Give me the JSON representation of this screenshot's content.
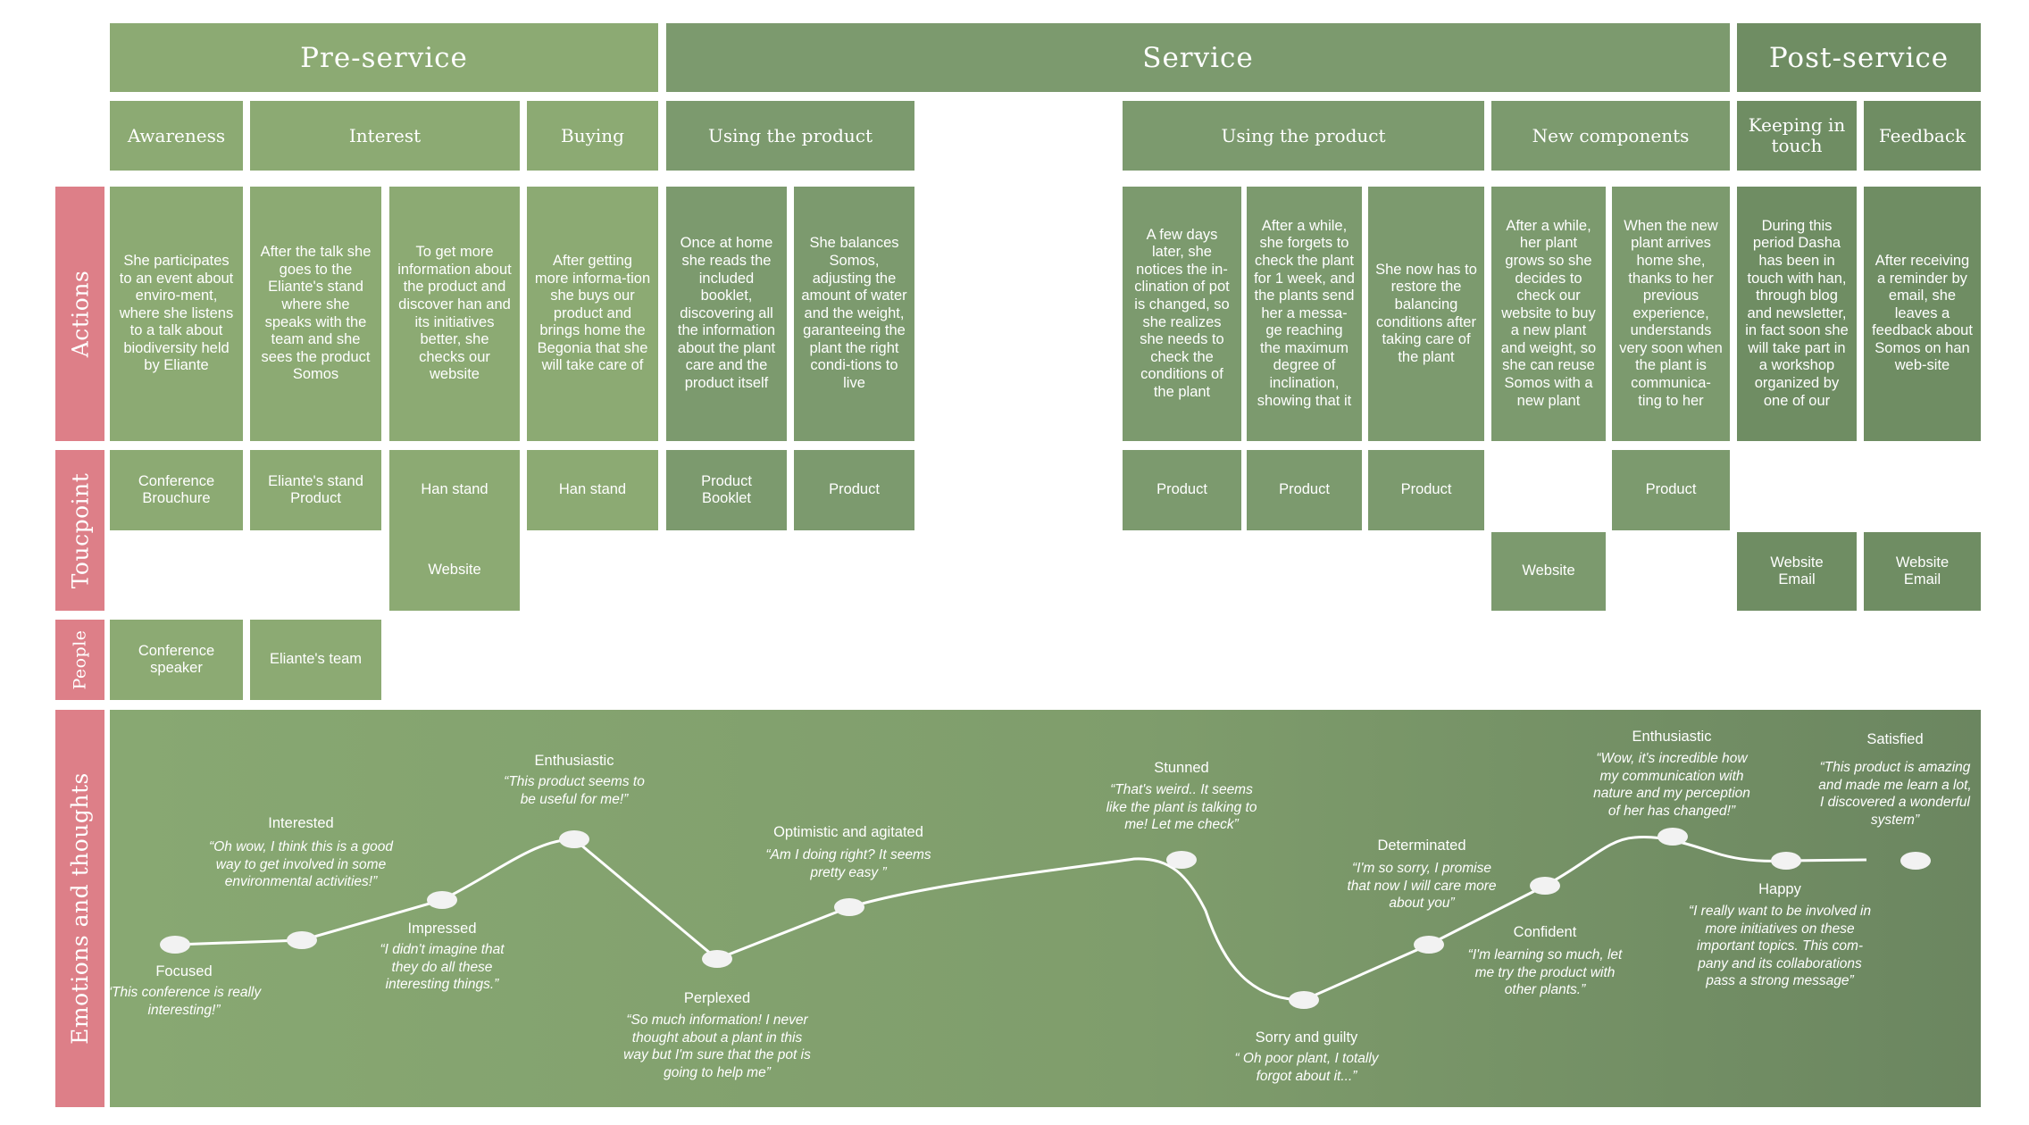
{
  "phases": {
    "pre": "Pre-service",
    "service": "Service",
    "post": "Post-service"
  },
  "stages": {
    "awareness": "Awareness",
    "interest": "Interest",
    "buying": "Buying",
    "using1": "Using the product",
    "using2": "Using the product",
    "new_components": "New components",
    "keeping": "Keeping in touch",
    "feedback": "Feedback"
  },
  "row_labels": {
    "actions": "Actions",
    "touchpoint": "Toucpoint",
    "people": "People",
    "emotions": "Emotions and thoughts"
  },
  "actions": [
    "She participates to an event about enviro-ment, where she listens to a talk about biodiversity held by Eliante",
    "After the talk she goes to the Eliante's stand where she speaks with the team and she sees the product Somos",
    "To get more information about the product and discover han and its initiatives better, she checks our website",
    "After getting more informa-tion she buys our product and brings home the Begonia that she will take care of",
    "Once at home she reads the included booklet, discovering all the information about the plant care and the product itself",
    "She balances Somos, adjusting the amount of water and the weight, garanteeing the plant the right condi-tions to live",
    "A few days later, she notices the in-clination of pot is changed, so she realizes she needs to check the conditions of the plant",
    "After a while, she forgets to check the plant for 1 week, and the plants send her a messa-ge reaching the maximum degree of inclination, showing that it",
    "She now has to restore the balancing conditions after taking care of the plant",
    "After a while, her plant grows so she decides to check our website to buy a new plant and weight, so she can reuse Somos with a new plant",
    "When the new plant arrives home she, thanks to her previous experience, understands very soon when the plant is communica-ting to her",
    "During this period Dasha has been in touch with han, through blog and newsletter, in fact soon she will take part in a workshop organized by one of our",
    "After receiving a reminder by email, she leaves a feedback about Somos on han web-site"
  ],
  "touchpoints": {
    "conference_brochure": "Conference\nBrouchure",
    "eliante_stand": "Eliante's stand\nProduct",
    "han_stand_1": "Han stand",
    "han_stand_2": "Han stand",
    "product_booklet": "Product\nBooklet",
    "product_1": "Product",
    "product_2": "Product",
    "product_3": "Product",
    "product_4": "Product",
    "product_5": "Product",
    "website_1": "Website",
    "website_2": "Website",
    "website_email_1": "Website\nEmail",
    "website_email_2": "Website\nEmail"
  },
  "people": {
    "speaker": "Conference\nspeaker",
    "team": "Eliante's team"
  },
  "emotions": [
    {
      "label": "Focused",
      "quote": "“This conference is really interesting!”"
    },
    {
      "label": "Interested",
      "quote": "“Oh wow, I think this is a good way to get involved in some environmental activities!”"
    },
    {
      "label": "Impressed",
      "quote": "“I didn't imagine that they do all these interesting things.”"
    },
    {
      "label": "Enthusiastic",
      "quote": "“This product seems to be useful for me!”"
    },
    {
      "label": "Perplexed",
      "quote": "“So much information! I never thought about a plant in this way but I'm sure that the pot is going to help me”"
    },
    {
      "label": "Optimistic and agitated",
      "quote": "“Am I doing right? It seems pretty easy ”"
    },
    {
      "label": "Stunned",
      "quote": "“That's weird.. It seems like the plant is talking to me! Let me check”"
    },
    {
      "label": "Sorry and guilty",
      "quote": "“ Oh poor plant, I totally forgot about it...”"
    },
    {
      "label": "Determinated",
      "quote": "“I'm so sorry, I promise that now I will care more about you”"
    },
    {
      "label": "Confident",
      "quote": "“I'm learning so much, let me try the product with other plants.”"
    },
    {
      "label": "Enthusiastic",
      "quote": "“Wow, it's incredible how my communication with nature and my perception of her has changed!”"
    },
    {
      "label": "Happy",
      "quote": "“I really want to be involved in more initiatives on these important topics. This com-pany and its collaborations pass a strong message”"
    },
    {
      "label": "Satisfied",
      "quote": "“This product is amazing and made me learn a lot, I discovered a wonderful system”"
    }
  ],
  "colors": {
    "pre": "#8caa73",
    "service": "#7c9a6e",
    "post": "#6f8d63",
    "row_label": "#dd7f88",
    "curve": "#ffffff"
  }
}
